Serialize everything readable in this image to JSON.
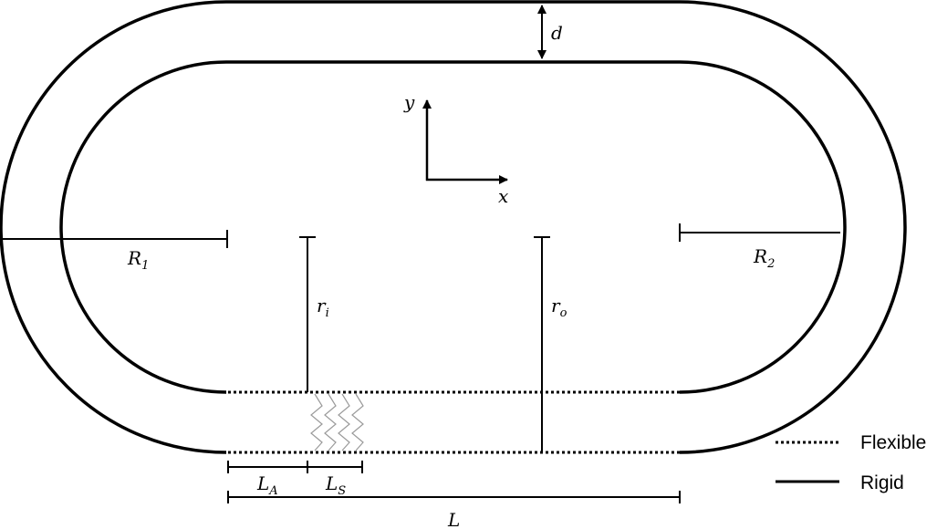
{
  "labels": {
    "d": "d",
    "y": "y",
    "x": "x",
    "R1_main": "R",
    "R1_sub": "1",
    "R2_main": "R",
    "R2_sub": "2",
    "ri_main": "r",
    "ri_sub": "i",
    "ro_main": "r",
    "ro_sub": "o",
    "LA_main": "L",
    "LA_sub": "A",
    "LS_main": "L",
    "LS_sub": "S",
    "L": "L"
  },
  "legend": {
    "flexible": "Flexible",
    "rigid": "Rigid"
  }
}
